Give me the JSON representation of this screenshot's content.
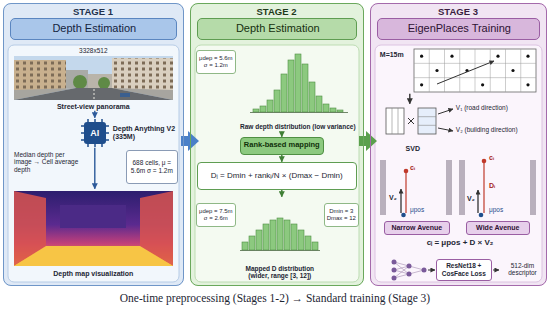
{
  "diagram": {
    "caption": "One-time preprocessing (Stages 1-2) → Standard training (Stage 3)",
    "nodes": [
      {
        "text": [
          "STAGE 1"
        ]
      },
      {
        "text": [
          "Depth Estimation"
        ],
        "in": 0
      },
      {
        "text": [
          "3328x512",
          "Street-view panorama"
        ],
        "in": 0
      },
      {
        "text": [
          "AI",
          "Depth Anything V2 (335M)"
        ],
        "in": 0
      },
      {
        "text": [
          "688 cells, μ = 5.6m σ = 1.2m"
        ],
        "in": 0
      },
      {
        "text": [
          "Depth map visualization"
        ],
        "in": 0
      },
      {
        "text": [
          "STAGE 2"
        ]
      },
      {
        "text": [
          "Depth Estimation"
        ],
        "in": 6
      },
      {
        "text": [
          "μdep = 5.6m σ = 1.2m"
        ],
        "in": 6
      },
      {
        "text": [
          "Raw depth distribution (low variance)"
        ],
        "in": 6
      },
      {
        "text": [
          "Rank-based mapping"
        ],
        "in": 6
      },
      {
        "text": [
          "Dᵢ = Dmin + rankᵢ/N × (Dmax − Dmin)"
        ],
        "in": 6
      },
      {
        "text": [
          "μdep = 7.5m σ = 2.6m"
        ],
        "in": 6
      },
      {
        "text": [
          "Mapped D distribution (wider, range [3, 12])"
        ],
        "in": 6
      },
      {
        "text": [
          "Dmin = 3 Dmax = 12"
        ],
        "in": 6
      },
      {
        "text": [
          "STAGE 3"
        ]
      },
      {
        "text": [
          "EigenPlaces Training"
        ],
        "in": 15
      },
      {
        "text": [
          "M=15m"
        ],
        "in": 15
      },
      {
        "text": [
          "SVD",
          "V₁ (road direction)",
          "V₂ (building direction)"
        ],
        "in": 15
      },
      {
        "text": [
          "Narrow Avenue"
        ],
        "in": 15
      },
      {
        "text": [
          "Wide Avenue"
        ],
        "in": 15
      },
      {
        "text": [
          "ResNet18 + CosFace Loss"
        ],
        "in": 15
      }
    ],
    "edges": [
      {
        "from": 2,
        "to": 3,
        "arrow": "to"
      },
      {
        "from": 3,
        "to": 5,
        "arrow": "to"
      },
      {
        "from": 9,
        "to": 10,
        "arrow": "to"
      },
      {
        "from": 10,
        "to": 11,
        "arrow": "to"
      },
      {
        "from": 11,
        "to": 13,
        "arrow": "to"
      },
      {
        "from": 17,
        "to": 18,
        "arrow": "to"
      }
    ],
    "labels": [
      "Median depth per image → Cell average depth",
      "V₂",
      "cᵢ",
      "μpos",
      "V₂",
      "cᵢ",
      "Dᵢ",
      "μpos",
      "cᵢ = μpos + D × V₂",
      "512-dim descriptor"
    ]
  }
}
